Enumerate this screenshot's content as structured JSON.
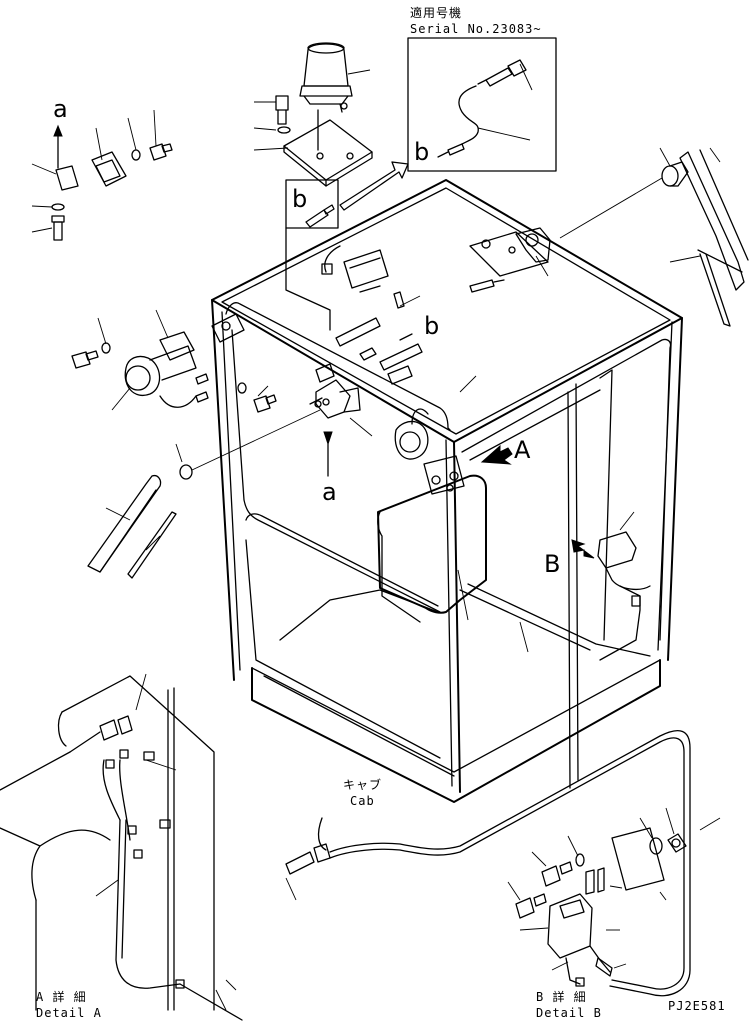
{
  "serial_applicability": {
    "japanese": "適用号機",
    "serial": "Serial No.23083~"
  },
  "callouts": {
    "a_upper": "a",
    "a_lower": "a",
    "b_box": "b",
    "b_detail": "b",
    "b_harness": "b",
    "view_a": "A",
    "view_b": "B"
  },
  "cab_label": {
    "japanese": "キャブ",
    "english": "Cab"
  },
  "detail_a": {
    "japanese": "A 詳 細",
    "english": "Detail A"
  },
  "detail_b": {
    "japanese": "B 詳 細",
    "english": "Detail B"
  },
  "drawing_code": "PJ2E581"
}
